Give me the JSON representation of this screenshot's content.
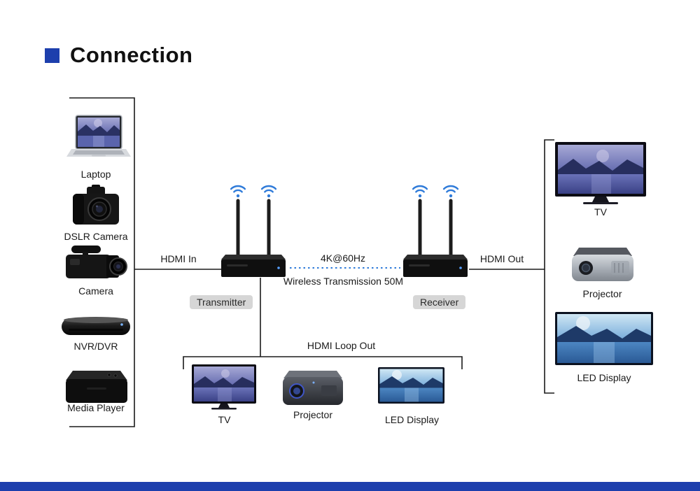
{
  "page": {
    "title": "Connection"
  },
  "colors": {
    "accent": "#1d3fad",
    "wifi": "#2f7bd9",
    "badge_bg": "#d6d6d6",
    "line": "#1a1a1a"
  },
  "sources": {
    "items": [
      {
        "label": "Laptop"
      },
      {
        "label": "DSLR Camera"
      },
      {
        "label": "Camera"
      },
      {
        "label": "NVR/DVR"
      },
      {
        "label": "Media Player"
      }
    ]
  },
  "devices": {
    "transmitter": "Transmitter",
    "receiver": "Receiver"
  },
  "links": {
    "hdmi_in": "HDMI In",
    "hdmi_out": "HDMI Out",
    "hdmi_loop_out": "HDMI Loop Out",
    "wireless_speed": "4K@60Hz",
    "wireless_range": "Wireless Transmission 50M"
  },
  "outputs": {
    "items": [
      {
        "label": "TV"
      },
      {
        "label": "Projector"
      },
      {
        "label": "LED Display"
      }
    ]
  },
  "loop_outputs": {
    "items": [
      {
        "label": "TV"
      },
      {
        "label": "Projector"
      },
      {
        "label": "LED Display"
      }
    ]
  }
}
